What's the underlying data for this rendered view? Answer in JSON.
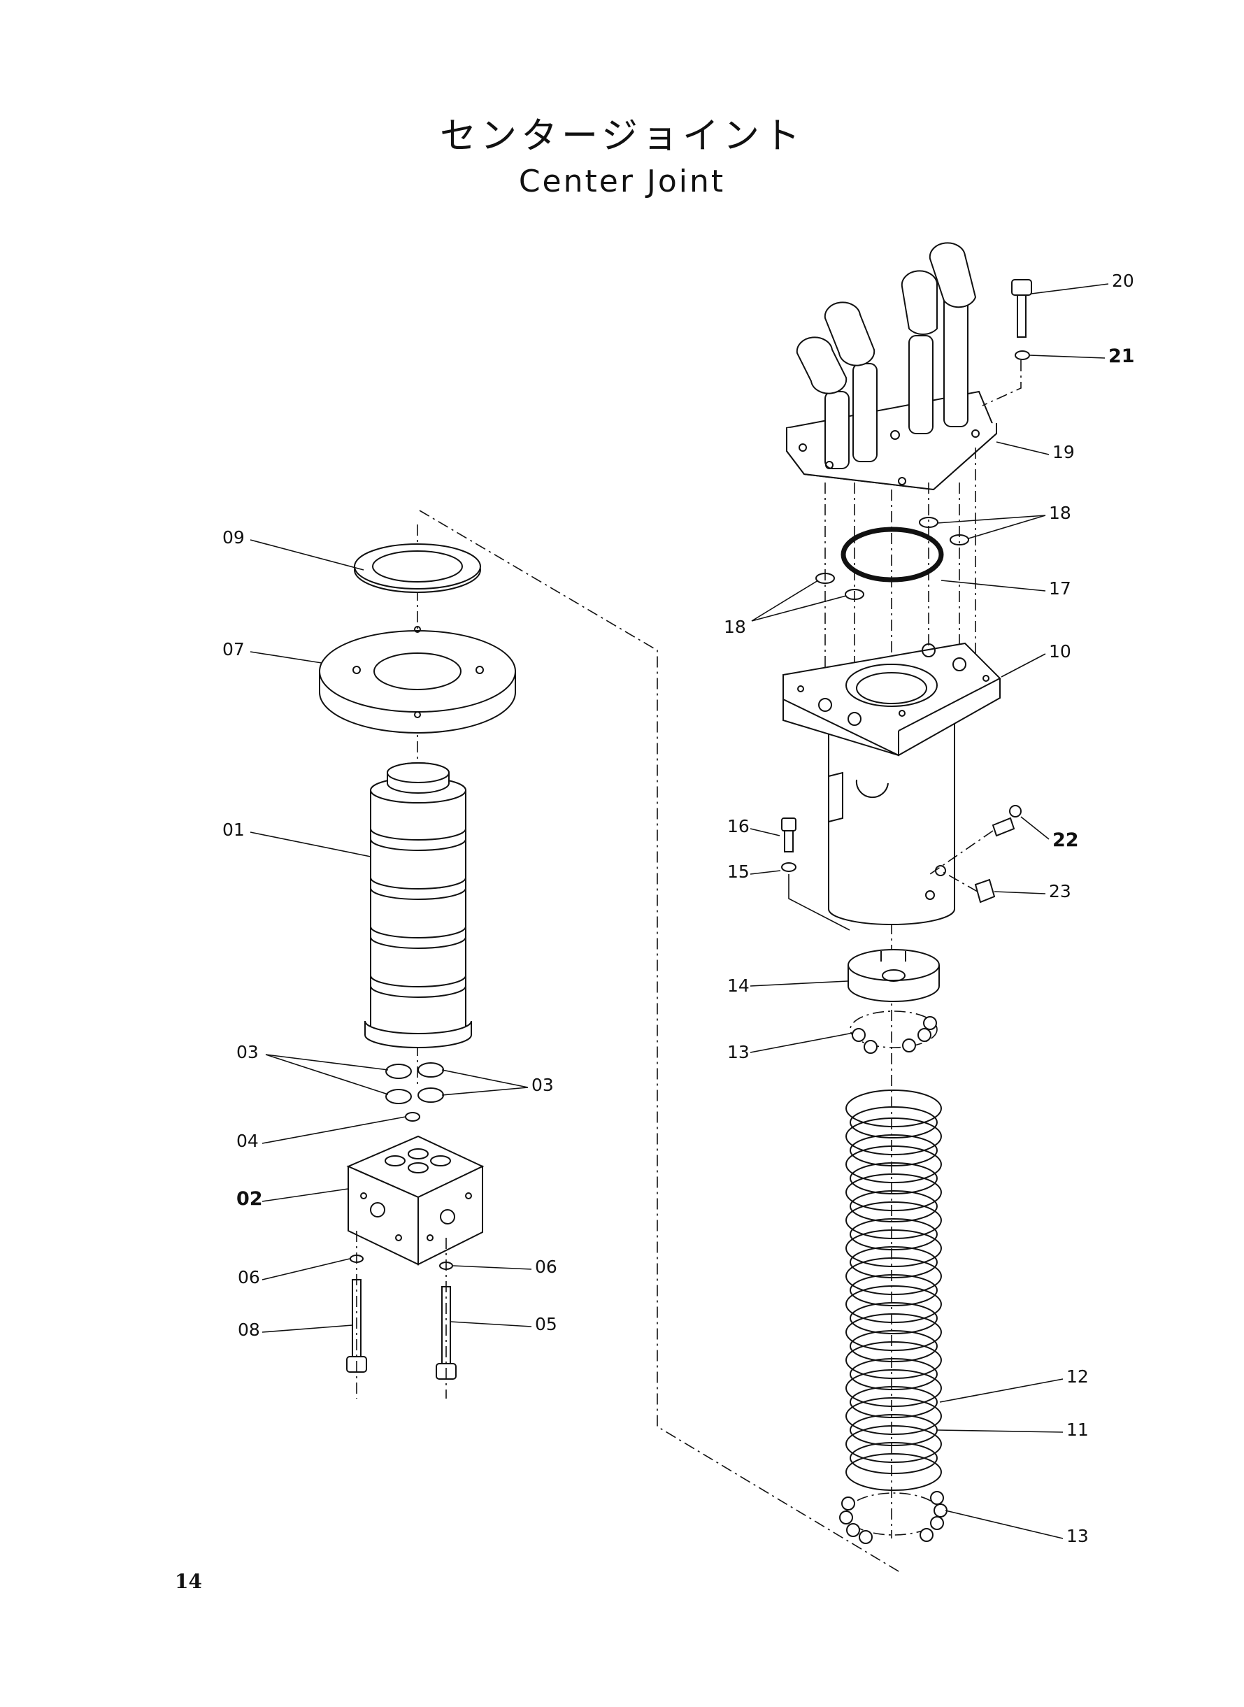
{
  "title": {
    "japanese": "センタージョイント",
    "english": "Center Joint"
  },
  "page_number": "14",
  "callouts": {
    "c01": "01",
    "c02": "02",
    "c03a": "03",
    "c03b": "03",
    "c04": "04",
    "c05": "05",
    "c06a": "06",
    "c06b": "06",
    "c07": "07",
    "c08": "08",
    "c09": "09",
    "c10": "10",
    "c11": "11",
    "c12": "12",
    "c13a": "13",
    "c13b": "13",
    "c14": "14",
    "c15": "15",
    "c16": "16",
    "c17": "17",
    "c18a": "18",
    "c18b": "18",
    "c19": "19",
    "c20": "20",
    "c21": "21",
    "c22": "22",
    "c23": "23"
  }
}
